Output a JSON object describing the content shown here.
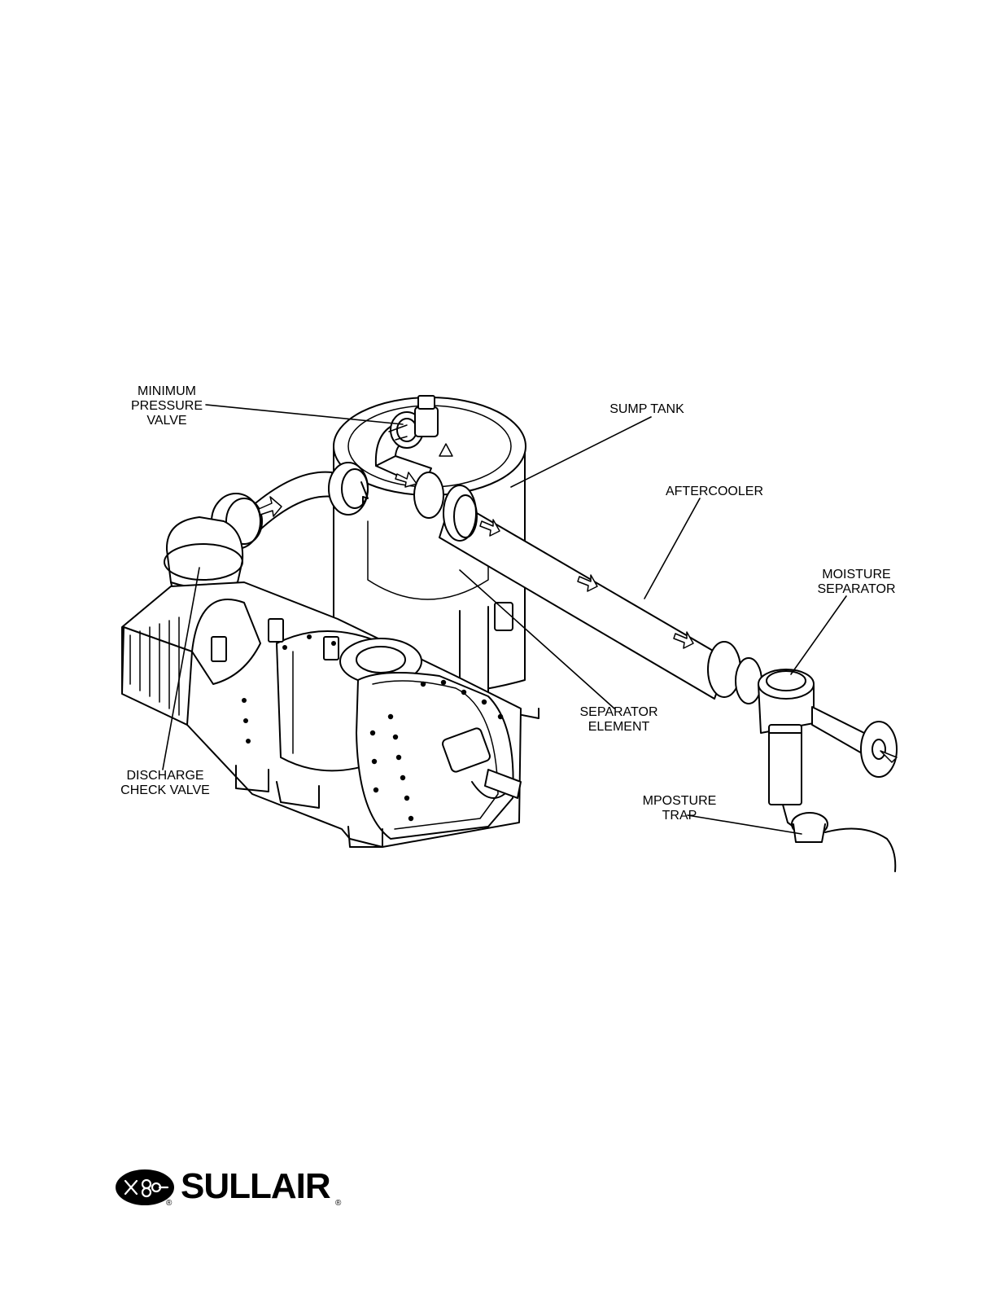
{
  "labels": {
    "minimum_pressure_valve": [
      "MINIMUM",
      "PRESSURE",
      "VALVE"
    ],
    "sump_tank": [
      "SUMP TANK"
    ],
    "aftercooler": [
      "AFTERCOOLER"
    ],
    "moisture_separator": [
      "MOISTURE",
      "SEPARATOR"
    ],
    "separator_element": [
      "SEPARATOR",
      "ELEMENT"
    ],
    "discharge_check_valve": [
      "DISCHARGE",
      "CHECK VALVE"
    ],
    "moisture_trap": [
      "MPOSTURE",
      "TRAP"
    ]
  },
  "logo": {
    "brand": "SULLAIR",
    "registered_mark": "®"
  },
  "colors": {
    "ink": "#000000",
    "paper": "#ffffff"
  }
}
